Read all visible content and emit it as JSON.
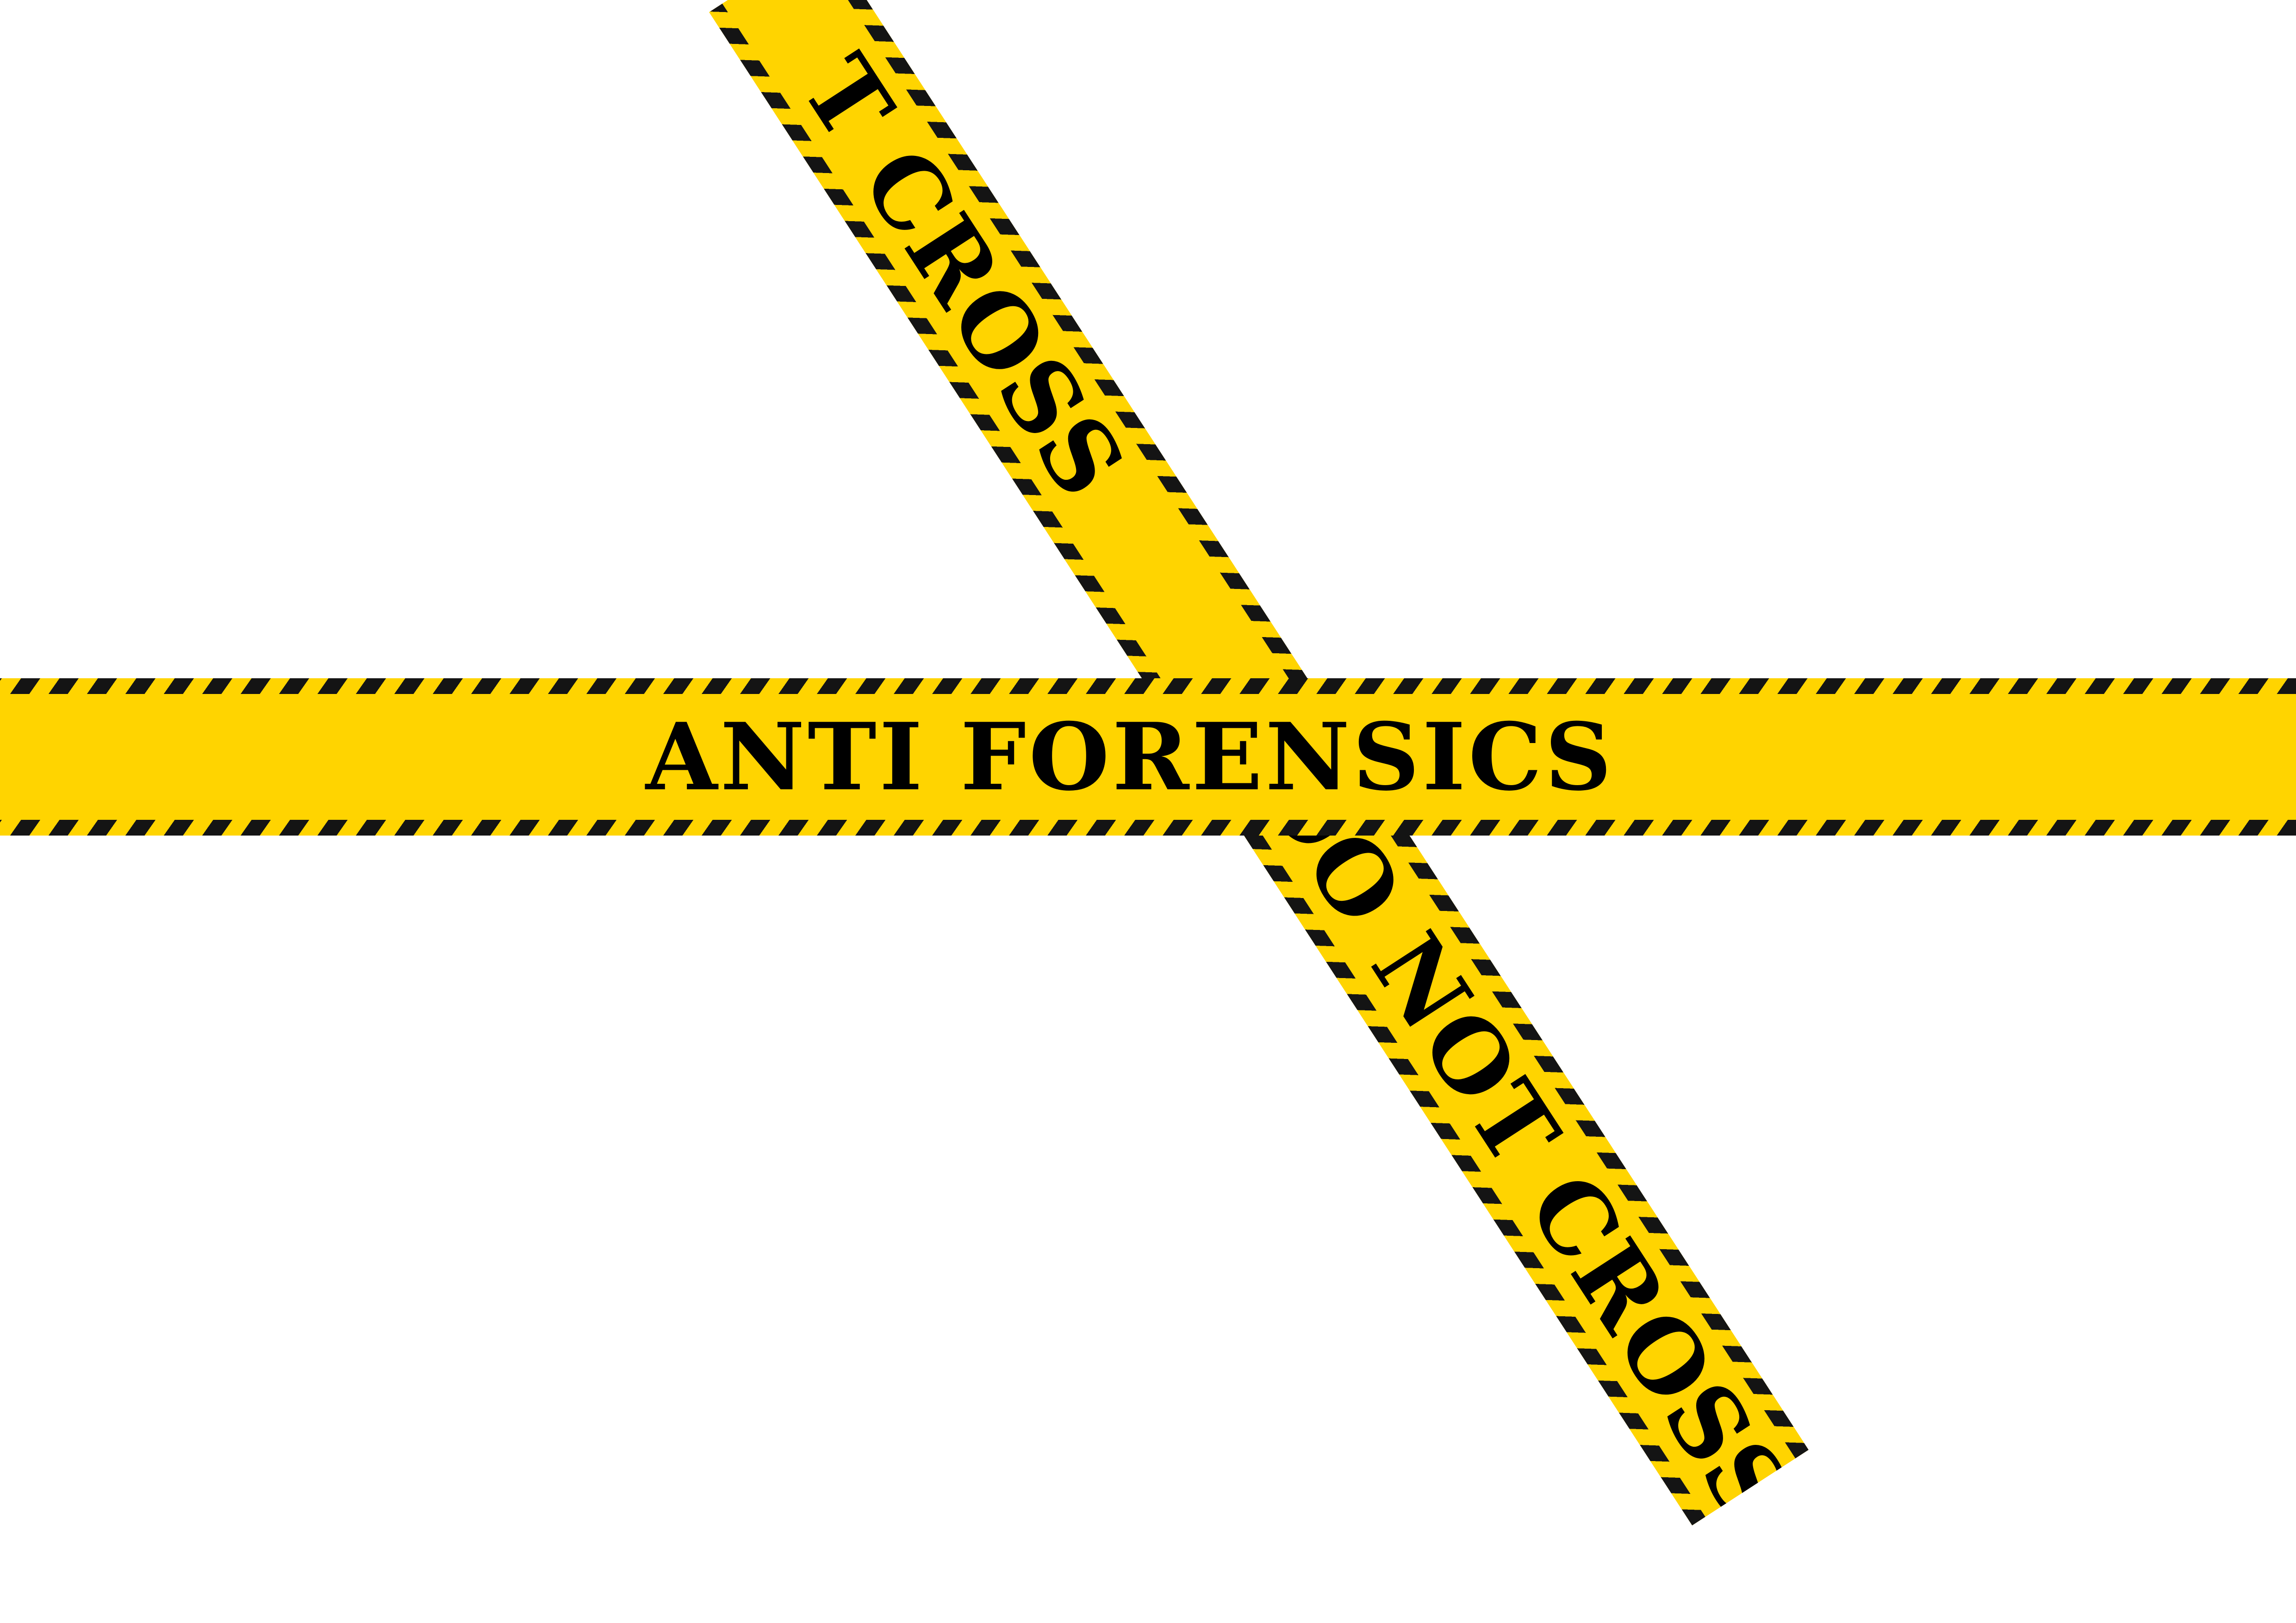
{
  "tape_horizontal": {
    "text": "ANTI FORENSICS"
  },
  "tape_diagonal": {
    "texts": [
      "T CROSS",
      "DO NOT CROSS"
    ]
  },
  "colors": {
    "tape_yellow": "#ffd400",
    "stripe_black": "#141414",
    "text": "#000000",
    "background": "#ffffff"
  }
}
